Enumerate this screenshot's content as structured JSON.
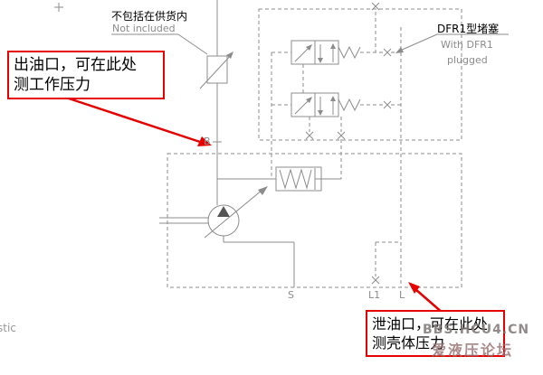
{
  "notes": {
    "not_included_cn": "不包括在供货内",
    "not_included_en": "Not included",
    "dfr1_cn": "DFR1型堵塞",
    "dfr1_en1": "With DFR1",
    "dfr1_en2": "plugged"
  },
  "callout_outlet": {
    "line1": "出油口，可在此处",
    "line2": "测工作压力"
  },
  "callout_drain": {
    "line1": "泄油口，可在此处",
    "line2": "测壳体压力"
  },
  "ports": {
    "b": "B",
    "s": "S",
    "l1": "L1",
    "l": "L"
  },
  "watermark": {
    "line1": "BBS.HCU4.CN",
    "line2": "爱液压论坛"
  },
  "misc": {
    "left_edge_fragment": "stic"
  },
  "colors": {
    "diagram_line": "#8c8c8c",
    "callout_red": "#e60000"
  }
}
